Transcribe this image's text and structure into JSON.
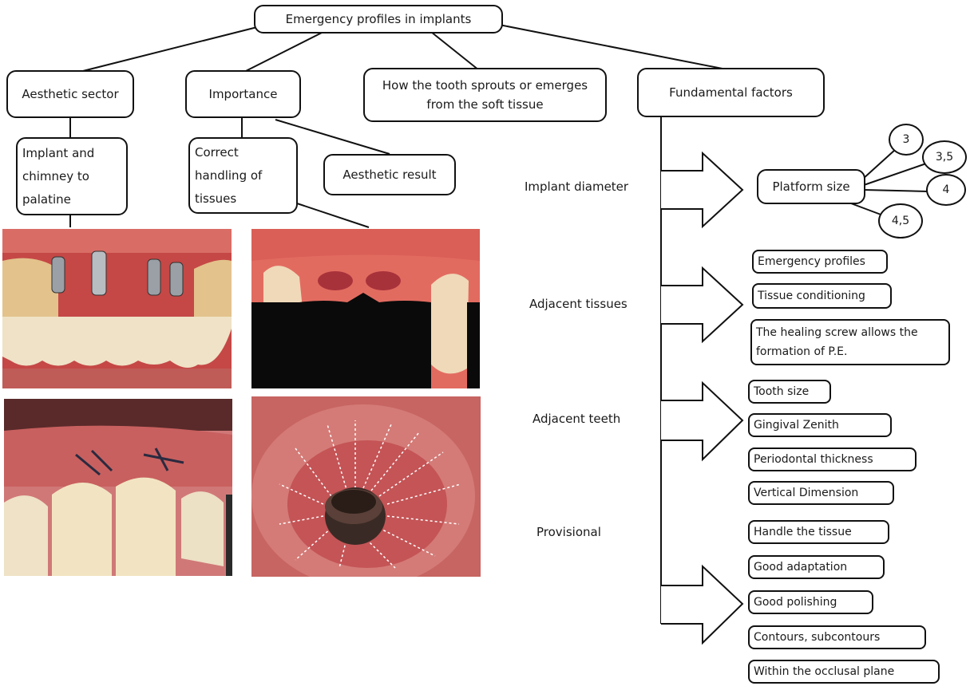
{
  "title": "Emergency profiles in implants",
  "branches": {
    "aesthetic_sector": "Aesthetic sector",
    "importance": "Importance",
    "how_tooth_sprouts": "How the tooth sprouts or emerges from the soft tissue",
    "fundamental_factors": "Fundamental factors"
  },
  "aesthetic_sub": "Implant and chimney to palatine",
  "importance_sub": {
    "correct_handling": "Correct handling of tissues",
    "aesthetic_result": "Aesthetic result"
  },
  "factors": {
    "implant_diameter": {
      "label": "Implant diameter",
      "target": "Platform size",
      "sizes": [
        "3",
        "3,5",
        "4",
        "4,5"
      ]
    },
    "adjacent_tissues": {
      "label": "Adjacent tissues",
      "items": [
        "Emergency profiles",
        "Tissue conditioning",
        "The healing screw allows the formation of P.E."
      ]
    },
    "adjacent_teeth": {
      "label": "Adjacent teeth",
      "items": [
        "Tooth size",
        "Gingival Zenith",
        "Periodontal thickness",
        "Vertical Dimension"
      ]
    },
    "provisional": {
      "label": "Provisional",
      "items": [
        "Handle the tissue",
        "Good adaptation",
        "Good polishing",
        "Contours, subcontours",
        "Within the occlusal plane"
      ]
    }
  },
  "colors": {
    "stroke": "#111111",
    "gum": "#c8524f",
    "tooth": "#efe2c6",
    "metal": "#9aa0a6",
    "void": "#0a0a0a"
  }
}
